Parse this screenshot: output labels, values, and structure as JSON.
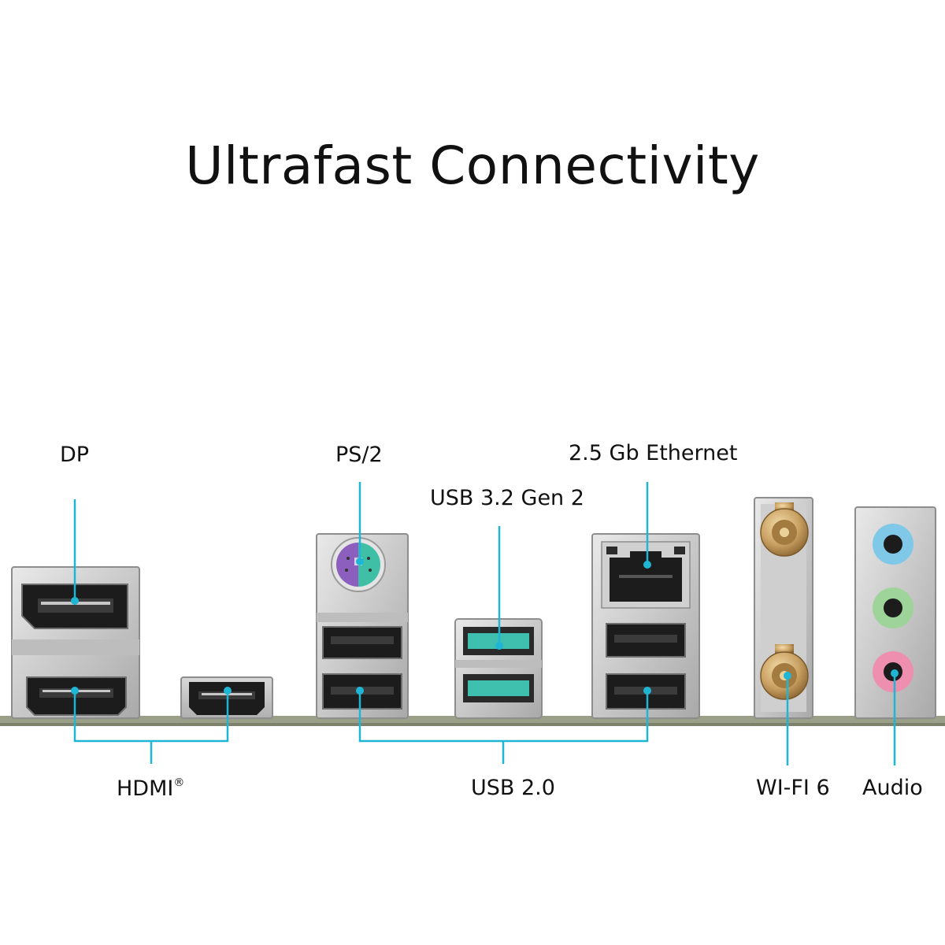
{
  "title": "Ultrafast Connectivity",
  "labels": {
    "dp": "DP",
    "ps2": "PS/2",
    "usb32": "USB 3.2 Gen 2",
    "ethernet": "2.5 Gb Ethernet",
    "hdmi": "HDMI",
    "hdmi_mark": "®",
    "usb20": "USB 2.0",
    "wifi": "WI-FI 6",
    "audio": "Audio"
  },
  "colors": {
    "callout": "#1fb6d6",
    "usb32_port": "#3fbfae",
    "ps2_left": "#8c5fbf",
    "ps2_right": "#3fbfa5",
    "audio_blue": "#7fc8e8",
    "audio_green": "#9ed39a",
    "audio_pink": "#ee8fb0",
    "antenna_gold": "#c9a062"
  }
}
